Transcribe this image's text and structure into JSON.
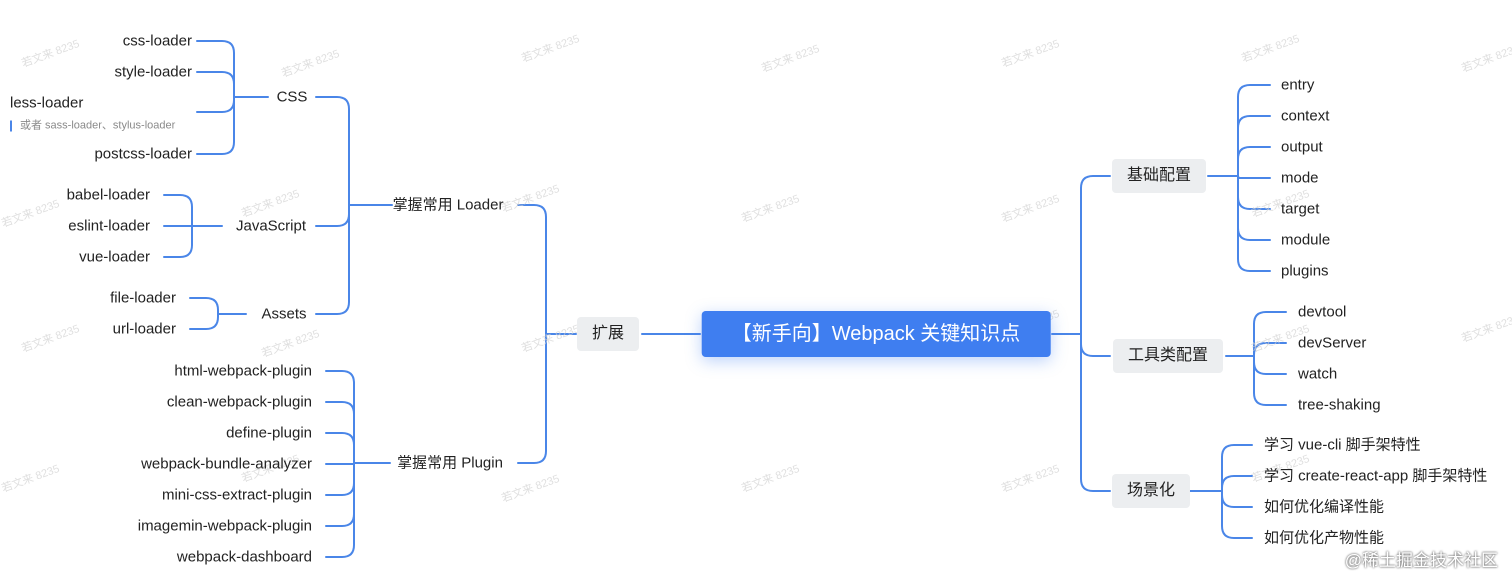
{
  "root": "【新手向】Webpack 关键知识点",
  "left": {
    "label": "扩展",
    "loader": {
      "label": "掌握常用 Loader",
      "css": {
        "label": "CSS",
        "items": [
          "css-loader",
          "style-loader",
          "less-loader",
          "postcss-loader"
        ],
        "note": "或者 sass-loader、stylus-loader"
      },
      "javascript": {
        "label": "JavaScript",
        "items": [
          "babel-loader",
          "eslint-loader",
          "vue-loader"
        ]
      },
      "assets": {
        "label": "Assets",
        "items": [
          "file-loader",
          "url-loader"
        ]
      }
    },
    "plugin": {
      "label": "掌握常用 Plugin",
      "items": [
        "html-webpack-plugin",
        "clean-webpack-plugin",
        "define-plugin",
        "webpack-bundle-analyzer",
        "mini-css-extract-plugin",
        "imagemin-webpack-plugin",
        "webpack-dashboard"
      ]
    }
  },
  "right": {
    "basic": {
      "label": "基础配置",
      "items": [
        "entry",
        "context",
        "output",
        "mode",
        "target",
        "module",
        "plugins"
      ]
    },
    "tools": {
      "label": "工具类配置",
      "items": [
        "devtool",
        "devServer",
        "watch",
        "tree-shaking"
      ]
    },
    "scenes": {
      "label": "场景化",
      "items": [
        "学习 vue-cli 脚手架特性",
        "学习 create-react-app 脚手架特性",
        "如何优化编译性能",
        "如何优化产物性能"
      ]
    }
  },
  "watermark": "若文来 8235",
  "attribution": "@稀土掘金技术社区",
  "colors": {
    "edge": "#4a86e8",
    "root_bg": "#3f7ef0",
    "box_bg": "#eceef0"
  }
}
